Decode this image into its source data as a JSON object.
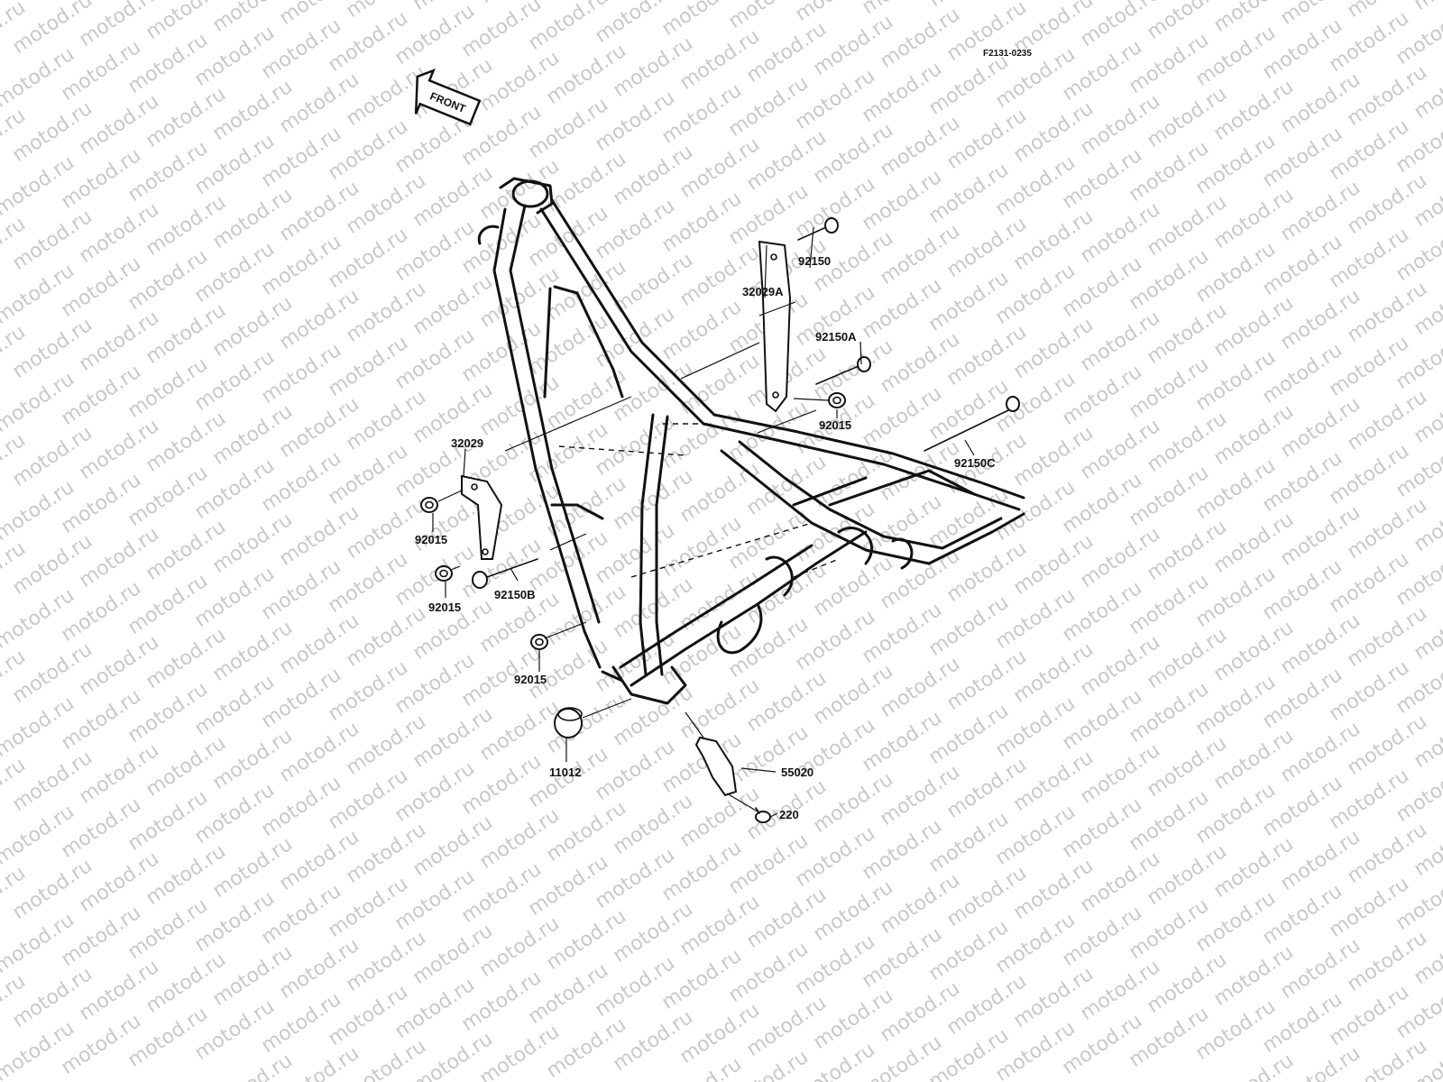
{
  "watermark": "motod.ru",
  "diagram_code": "F2131-0235",
  "front_label": "FRONT",
  "parts": {
    "p92150": "92150",
    "p32029A": "32029A",
    "p92150A": "92150A",
    "p92015_right": "92015",
    "p92150C": "92150C",
    "p32029": "32029",
    "p92015_a": "92015",
    "p92015_b": "92015",
    "p92150B": "92150B",
    "p92015_c": "92015",
    "p11012": "11012",
    "p55020": "55020",
    "p220": "220"
  }
}
